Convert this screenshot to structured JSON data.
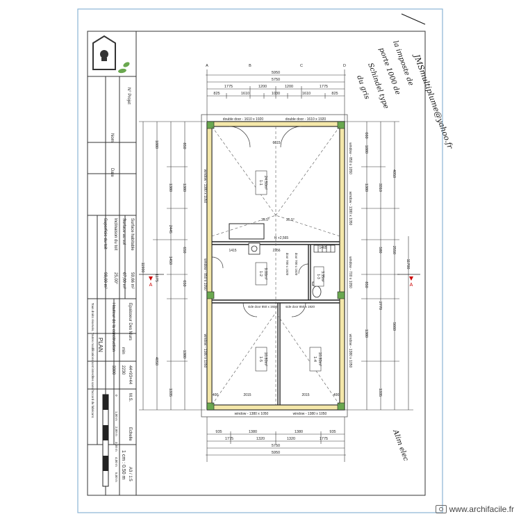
{
  "sheet": {
    "format": "A3 / 1:5",
    "title": "PLAN",
    "scale_label": "Echelle",
    "scale": "1 cm : 0.50 m",
    "designer_code": "M.S."
  },
  "title_block": {
    "col_no": "N° Projet",
    "col_nom": "Nom",
    "col_date": "Date",
    "wall_thickness_label": "Epaisseur Des Murs",
    "wall_thickness": "44+93+44",
    "surface_label": "Surface habitable",
    "surface_value": "59,66 m²",
    "floor_surface_label": "Surface au sol",
    "floor_surface_value": "67,00 m²",
    "roof_incline_label": "Inclinaison du toit",
    "roof_incline_value": "25,00°",
    "roof_surface_label": "Superficie du toit",
    "roof_surface_value": "98,00 m²",
    "height_label": "Hauteur de la construction",
    "height_value": "3300",
    "min_label": "min",
    "min_value": "2230",
    "note": "Tous droits réservés. Toutes modifications sont interdites sans l'accord du fabricant."
  },
  "scale_bar": [
    "0",
    "1,00 m",
    "2,00 m",
    "3,00 m",
    "4,00 m",
    "5,00 m"
  ],
  "dimensions_top": {
    "total": "5950",
    "inner": "5750",
    "row3": [
      "1775",
      "1200",
      "1200",
      "1775"
    ],
    "row4": [
      "825",
      "1610",
      "1030",
      "1610",
      "825"
    ],
    "axis_labels": [
      "A",
      "B",
      "C",
      "D"
    ]
  },
  "dimensions_bottom": {
    "row1": [
      "935",
      "1380",
      "1380",
      "935"
    ],
    "row2": [
      "1775",
      "1320",
      "1320",
      "1775"
    ],
    "inner": "5750",
    "total": "5950"
  },
  "dimensions_left": {
    "total": "11900",
    "segments": [
      "1880",
      "1380",
      "850",
      "1380",
      "2445",
      "650",
      "1450",
      "650",
      "1175",
      "4050",
      "1380",
      "1335"
    ]
  },
  "dimensions_right": {
    "total": "11700",
    "segments": [
      "660",
      "4050",
      "3310",
      "1880",
      "1380",
      "580",
      "2550",
      "850",
      "2770",
      "1380",
      "5660",
      "1335"
    ]
  },
  "openings": {
    "top_left_door": "double door - 1610 x 1920",
    "top_right_door": "double door - 1610 x 1920",
    "left_window_1": "window - 1380 x 1050",
    "left_window_2": "window - 850 x 1050",
    "left_window_3": "window - 1380 x 1050",
    "right_window_1": "window - 850 x 1050",
    "right_window_2": "window - 1380 x 1050",
    "right_window_3": "window - 700 x 1050",
    "right_window_4": "window - 1380 x 1050",
    "bottom_window_1": "window - 1380 x 1050",
    "bottom_window_2": "window - 1380 x 1050",
    "side_door_1": "side door 850 x 1920",
    "side_door_2": "side door 850 x 1920",
    "door_1": "door 700 x 1920",
    "door_2": "door 700 x 1920"
  },
  "rooms": [
    {
      "id": "1-1",
      "area": "24.50m²"
    },
    {
      "id": "1-2",
      "area": "9.00m²"
    },
    {
      "id": "1-3",
      "area": "3.35m²"
    },
    {
      "id": "1-4",
      "area": "10.80m²"
    },
    {
      "id": "1-5",
      "area": "10.80m²"
    }
  ],
  "misc_labels": {
    "level": "H +2,565",
    "wall_2356": "2356",
    "wall_1416": "1415",
    "wall_1465": "1465",
    "dim_400a": "400",
    "dim_400b": "400",
    "dim_2015a": "2015",
    "dim_2015b": "2015",
    "dim_6615": "6615",
    "pitch_1": "25.5°",
    "pitch_2": "25.5°",
    "section_a": "A",
    "section_a2": "A"
  },
  "handwriting": {
    "line1": "JMSmultiplume@yahoo.fr",
    "line2": "la imposte de",
    "line3": "porte 1000 de",
    "line4": "Schindel type",
    "line5": "du gris",
    "bottom_right": "Alim elec"
  },
  "watermark": "www.archifacile.fr"
}
